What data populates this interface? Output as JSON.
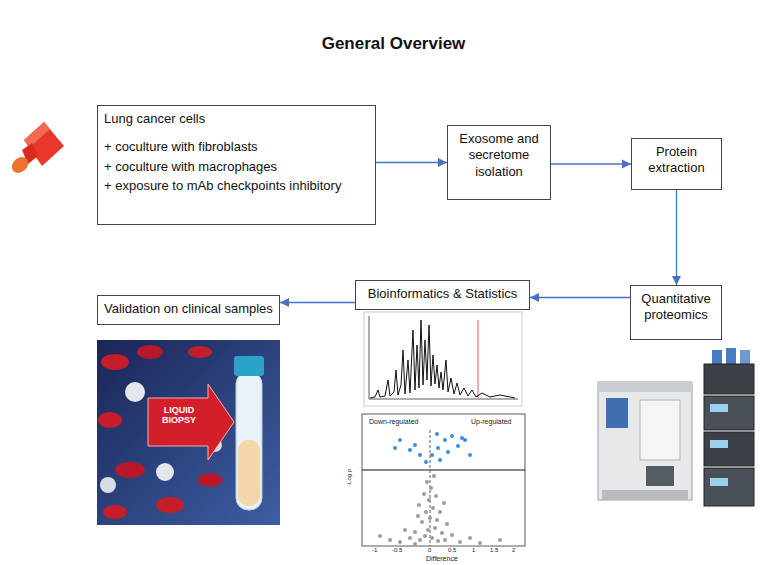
{
  "diagram": {
    "title": "General Overview",
    "nodes": [
      {
        "text": [
          "Lung cancer cells",
          "+ coculture with fibroblasts",
          "+ coculture with macrophages",
          "+ exposure to mAb checkpoints inhibitory"
        ]
      },
      {
        "text": [
          "Exosome and secretome isolation"
        ]
      },
      {
        "text": [
          "Protein extraction"
        ]
      },
      {
        "text": [
          "Quantitative proteomics"
        ]
      },
      {
        "text": [
          "Bioinformatics & Statistics"
        ]
      },
      {
        "text": [
          "Validation on clinical samples"
        ]
      }
    ],
    "edges": [
      {
        "from": 0,
        "to": 1,
        "arrow": "to"
      },
      {
        "from": 1,
        "to": 2,
        "arrow": "to"
      },
      {
        "from": 2,
        "to": 3,
        "arrow": "to"
      },
      {
        "from": 3,
        "to": 4,
        "arrow": "to"
      },
      {
        "from": 4,
        "to": 5,
        "arrow": "to"
      }
    ],
    "labels": [
      "LIQUID BIOPSY",
      "Down-regulated",
      "Up-regulated",
      "-Log p",
      "Difference",
      "-1",
      "-0.5",
      "0",
      "0.5",
      "1",
      "1.5",
      "2"
    ]
  }
}
